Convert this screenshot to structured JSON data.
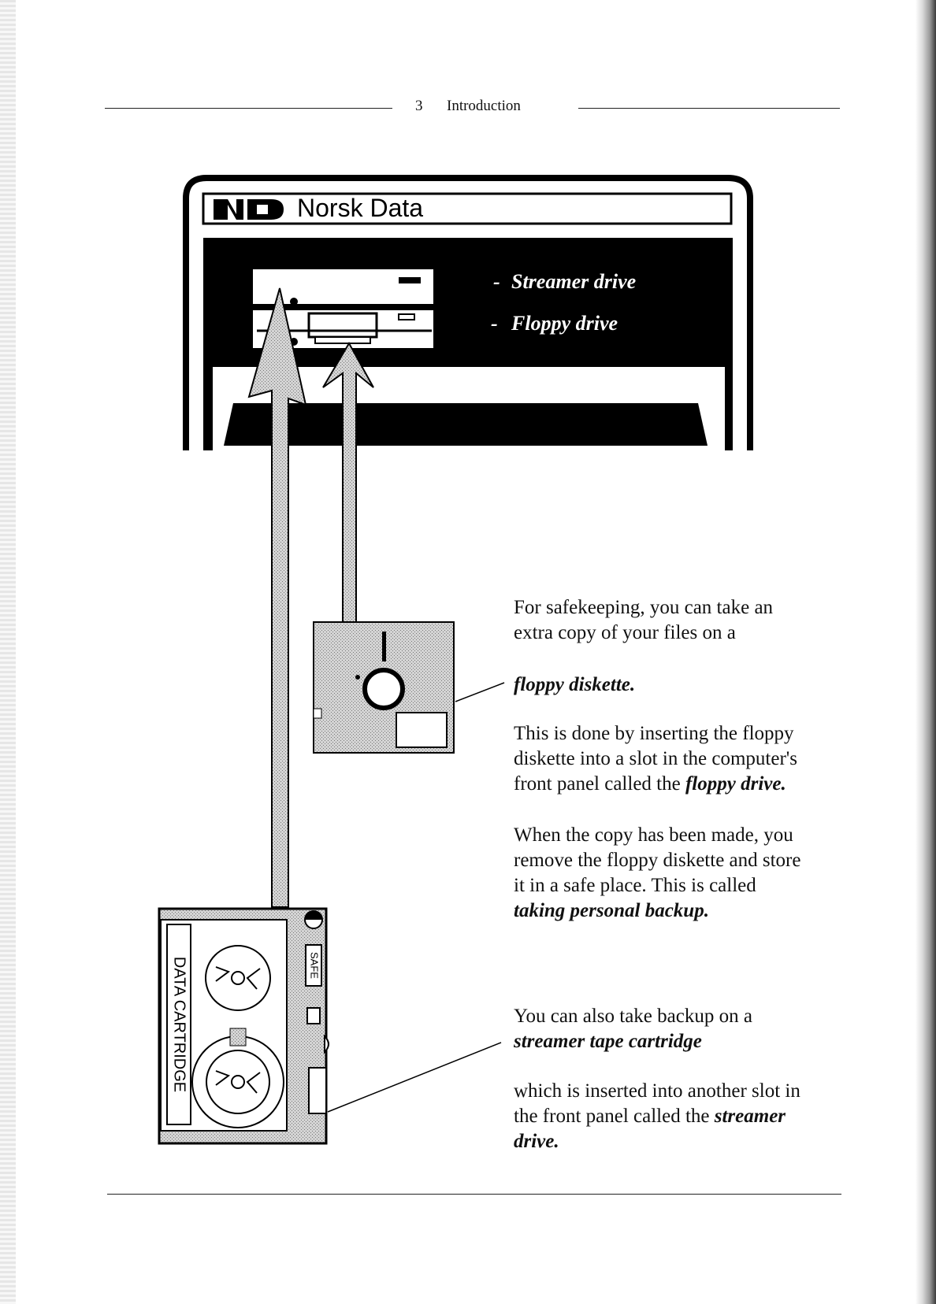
{
  "header": {
    "page_number": "3",
    "section_title": "Introduction"
  },
  "illustration": {
    "brand_logo": "ND",
    "brand_name": "Norsk Data",
    "streamer_label": "Streamer drive",
    "floppy_label": "Floppy drive",
    "cartridge_label": "DATA CARTRIDGE",
    "safe_label": "SAFE"
  },
  "text": {
    "p1_line1": "For safekeeping, you can take an",
    "p1_line2": "extra copy of your files on a",
    "p1_term": "floppy diskette.",
    "p2_line1": "This is done by inserting the floppy",
    "p2_line2": "diskette into a slot in the computer's",
    "p2_line3_prefix": "front panel called the ",
    "p2_line3_term": "floppy drive.",
    "p3_line1": "When the copy has been made, you",
    "p3_line2": "remove the floppy diskette and store",
    "p3_line3": "it in a safe place. This is called",
    "p3_term": "taking personal backup.",
    "p4_line1": "You can also take backup on a",
    "p4_term": "streamer tape cartridge",
    "p5_line1": "which is inserted into another slot in",
    "p5_line2_prefix": "the front panel called the ",
    "p5_line2_term": "streamer",
    "p5_line3_term": "drive."
  }
}
